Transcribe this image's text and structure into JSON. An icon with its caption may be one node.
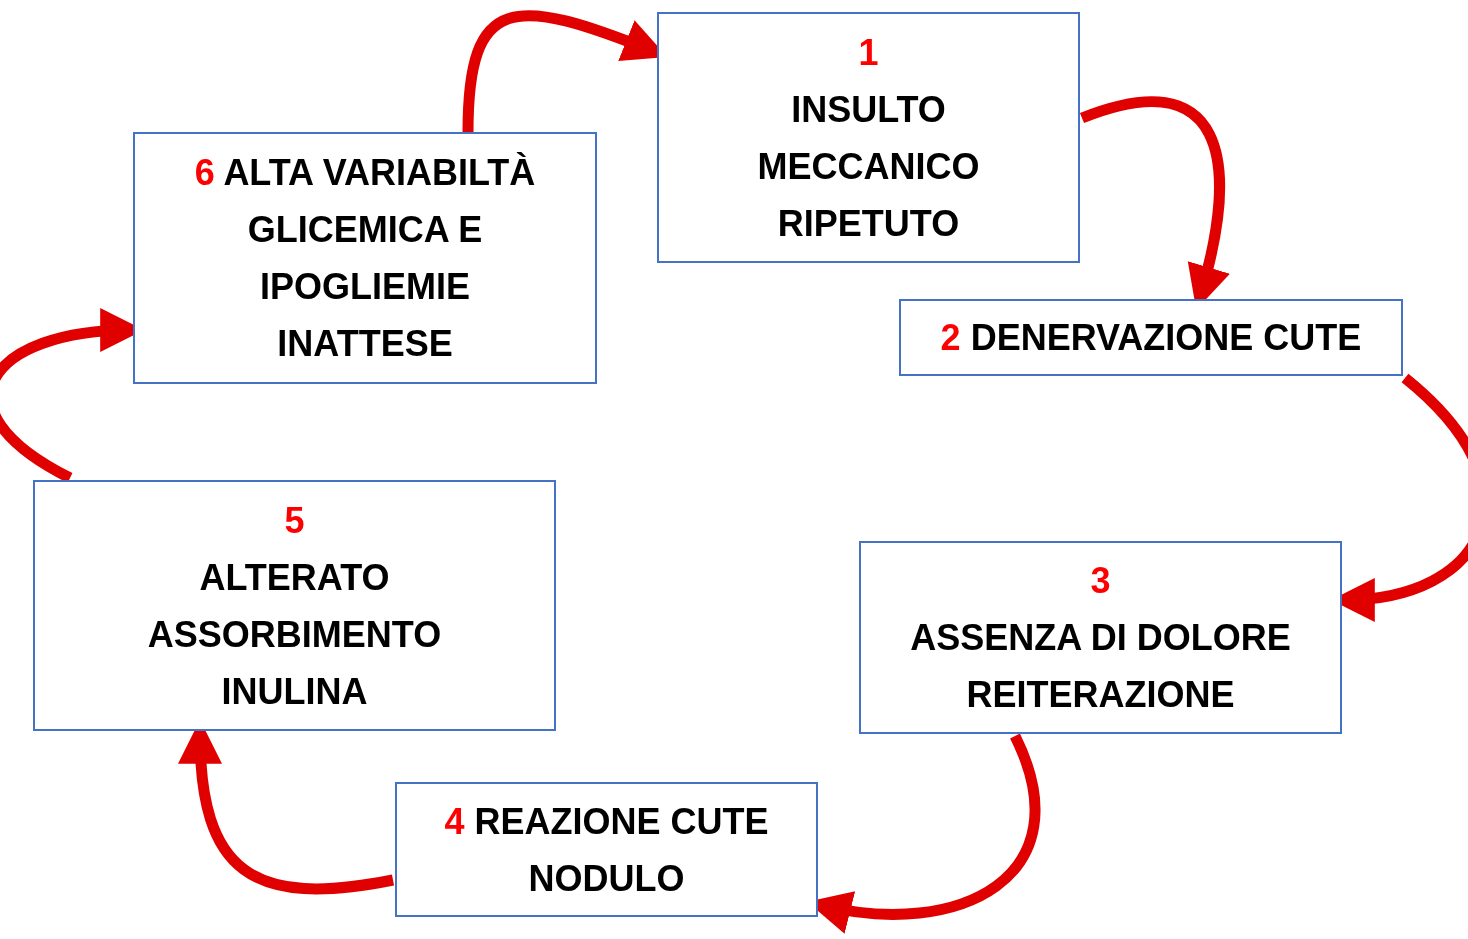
{
  "diagram": {
    "nodes": [
      {
        "text": [
          "1",
          "INSULTO MECCANICO RIPETUTO"
        ]
      },
      {
        "text": [
          "2",
          "DENERVAZIONE CUTE"
        ]
      },
      {
        "text": [
          "3",
          "ASSENZA DI DOLORE REITERAZIONE"
        ]
      },
      {
        "text": [
          "4",
          "REAZIONE CUTE NODULO"
        ]
      },
      {
        "text": [
          "5",
          "ALTERATO ASSORBIMENTO INULINA"
        ]
      },
      {
        "text": [
          "6",
          "ALTA VARIABILTÀ GLICEMICA E IPOGLIEMIE INATTESE"
        ]
      }
    ],
    "edges": [
      {
        "from": 5,
        "to": 0,
        "arrow": "to"
      },
      {
        "from": 0,
        "to": 1,
        "arrow": "to"
      },
      {
        "from": 1,
        "to": 2,
        "arrow": "to"
      },
      {
        "from": 2,
        "to": 3,
        "arrow": "to"
      },
      {
        "from": 3,
        "to": 4,
        "arrow": "to"
      },
      {
        "from": 4,
        "to": 5,
        "arrow": "to"
      }
    ]
  }
}
